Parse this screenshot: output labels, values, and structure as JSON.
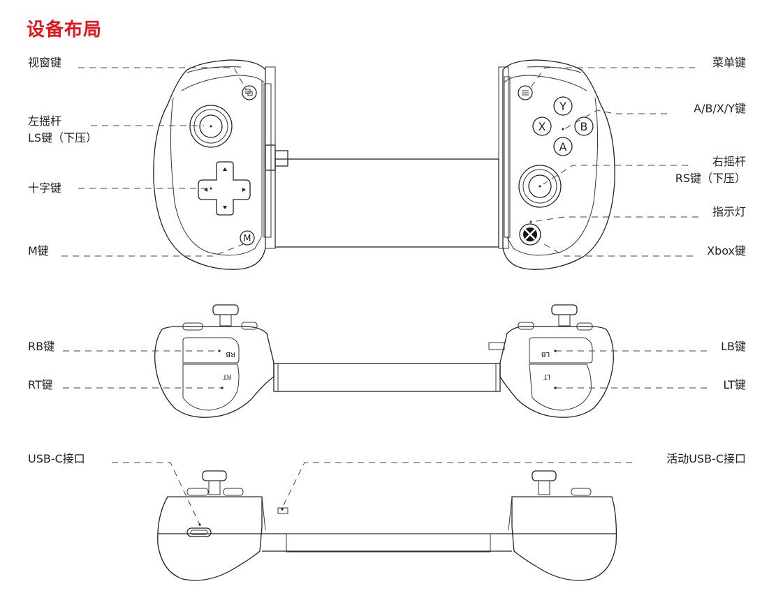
{
  "title": "设备布局",
  "front": {
    "view_key": "视窗键",
    "left_stick": "左摇杆",
    "left_stick_sub": "LS键（下压）",
    "dpad": "十字键",
    "m_key": "M键",
    "menu_key": "菜单键",
    "abxy": "A/B/X/Y键",
    "right_stick": "右摇杆",
    "right_stick_sub": "RS键（下压）",
    "indicator": "指示灯",
    "xbox_key": "Xbox键",
    "btn_y": "Y",
    "btn_x": "X",
    "btn_b": "B",
    "btn_a": "A",
    "btn_m": "M"
  },
  "top": {
    "rb": "RB键",
    "rt": "RT键",
    "lb": "LB键",
    "lt": "LT键",
    "mark_rb": "RB",
    "mark_rt": "RT",
    "mark_lb": "LB",
    "mark_lt": "LT"
  },
  "bottom": {
    "usbc": "USB-C接口",
    "active_usbc": "活动USB-C接口"
  }
}
